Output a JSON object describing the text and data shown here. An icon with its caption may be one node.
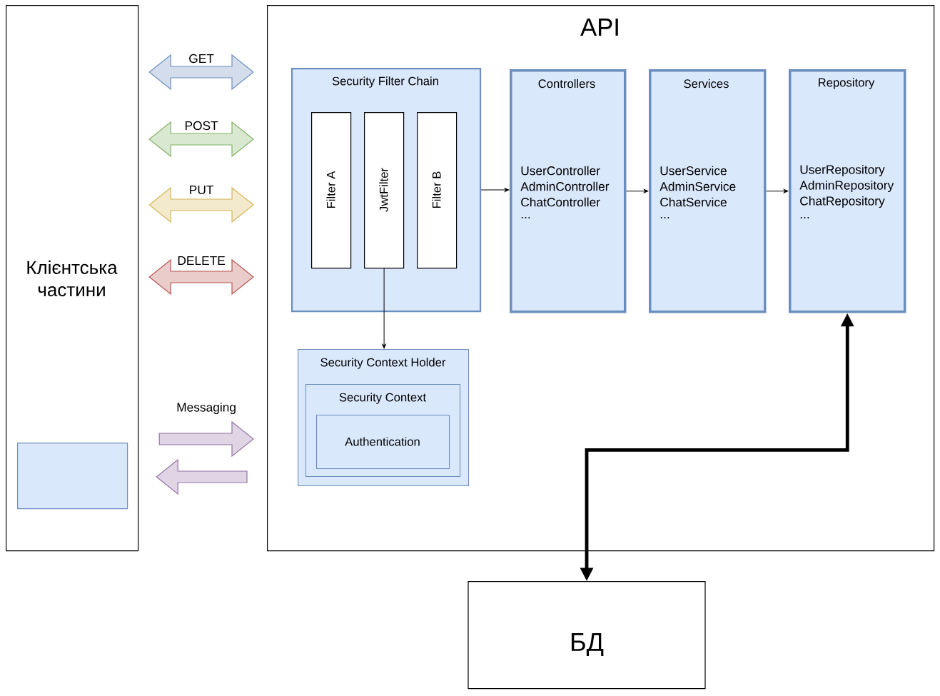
{
  "diagram": {
    "nodes": [
      {
        "text": [
          "Клієнтська частини"
        ]
      },
      {
        "text": [],
        "shape": "box",
        "in": 0
      },
      {
        "text": [
          "API"
        ]
      },
      {
        "text": [
          "Security Filter Chain"
        ],
        "in": 2
      },
      {
        "text": [
          "Filter A"
        ],
        "in": 3
      },
      {
        "text": [
          "JwtFilter"
        ],
        "in": 3
      },
      {
        "text": [
          "Filter B"
        ],
        "in": 3
      },
      {
        "text": [
          "Controllers",
          "UserController",
          "AdminController",
          "ChatController",
          "..."
        ],
        "in": 2
      },
      {
        "text": [
          "Services",
          "UserService",
          "AdminService",
          "ChatService",
          "..."
        ],
        "in": 2
      },
      {
        "text": [
          "Repository",
          "UserRepository",
          "AdminRepository",
          "ChatRepository",
          "..."
        ],
        "in": 2
      },
      {
        "text": [
          "Security Context Holder"
        ],
        "in": 2
      },
      {
        "text": [
          "Security Context"
        ],
        "in": 10
      },
      {
        "text": [
          "Authentication"
        ],
        "in": 11
      },
      {
        "text": [
          "БД"
        ]
      }
    ],
    "edges": [
      {
        "from": 0,
        "to": 2,
        "arrow": "both",
        "label": "GET",
        "color": "#6c8ebf"
      },
      {
        "from": 0,
        "to": 2,
        "arrow": "both",
        "label": "POST",
        "color": "#82b366"
      },
      {
        "from": 0,
        "to": 2,
        "arrow": "both",
        "label": "PUT",
        "color": "#d6b656"
      },
      {
        "from": 0,
        "to": 2,
        "arrow": "both",
        "label": "DELETE",
        "color": "#b85450"
      },
      {
        "from": 1,
        "to": 2,
        "arrow": "to",
        "label": "Messaging",
        "color": "#9673a6"
      },
      {
        "from": 2,
        "to": 1,
        "arrow": "to",
        "color": "#9673a6"
      },
      {
        "from": 3,
        "to": 7,
        "arrow": "to"
      },
      {
        "from": 7,
        "to": 8,
        "arrow": "to"
      },
      {
        "from": 8,
        "to": 9,
        "arrow": "to"
      },
      {
        "from": 5,
        "to": 10,
        "arrow": "to"
      },
      {
        "from": 13,
        "to": 9,
        "arrow": "both",
        "style": "thick"
      }
    ]
  }
}
